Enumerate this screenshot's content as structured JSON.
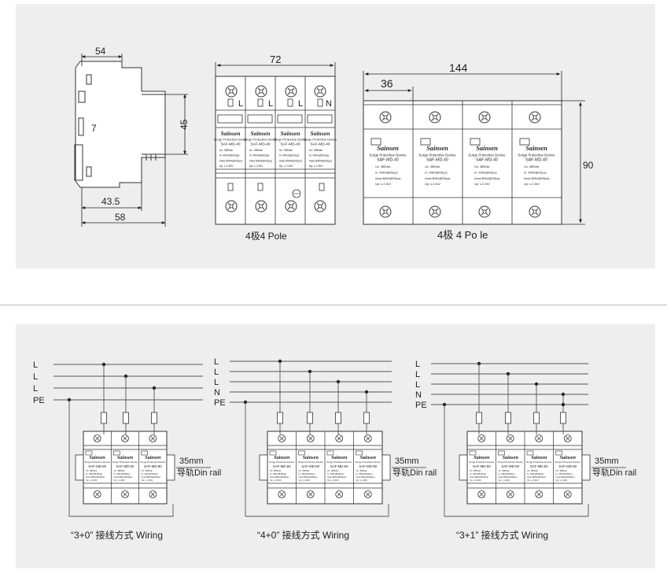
{
  "dimensions": {
    "side_view": {
      "width_top": "54",
      "height": "45",
      "small": "7",
      "rail_depth": "43.5",
      "width_total": "58"
    },
    "pole_view": {
      "width": "72",
      "caption": "4极4  Pole",
      "pole_labels": [
        "L",
        "L",
        "L",
        "N"
      ]
    },
    "front_view": {
      "width": "144",
      "module_width": "36",
      "height": "90",
      "caption": "4极 4 Po le"
    }
  },
  "module_text": {
    "brand": "Sainsen",
    "subtitle": "Surge Protective Device",
    "model": "SAF-MD-40",
    "uc": "Uc:  385Vac",
    "in": "In:     40KA(8/20μs)",
    "imax": "Imax:80KA(8/20μs)",
    "up": "Up:  ≤ 2.2kV"
  },
  "wiring": {
    "line_labels_3": [
      "L",
      "L",
      "L",
      "PE"
    ],
    "line_labels_4": [
      "L",
      "L",
      "L",
      "N",
      "PE"
    ],
    "rail_label": "35mm",
    "rail_label2": "导轨Din rail",
    "module_model": "SAF-MD-80",
    "captions": [
      "“3+0”  接线方式 Wiring",
      "“4+0”  接线方式 Wiring",
      "“3+1”  接线方式 Wiring"
    ]
  },
  "colors": {
    "panel": "#eeeeef",
    "ink": "#222222"
  }
}
